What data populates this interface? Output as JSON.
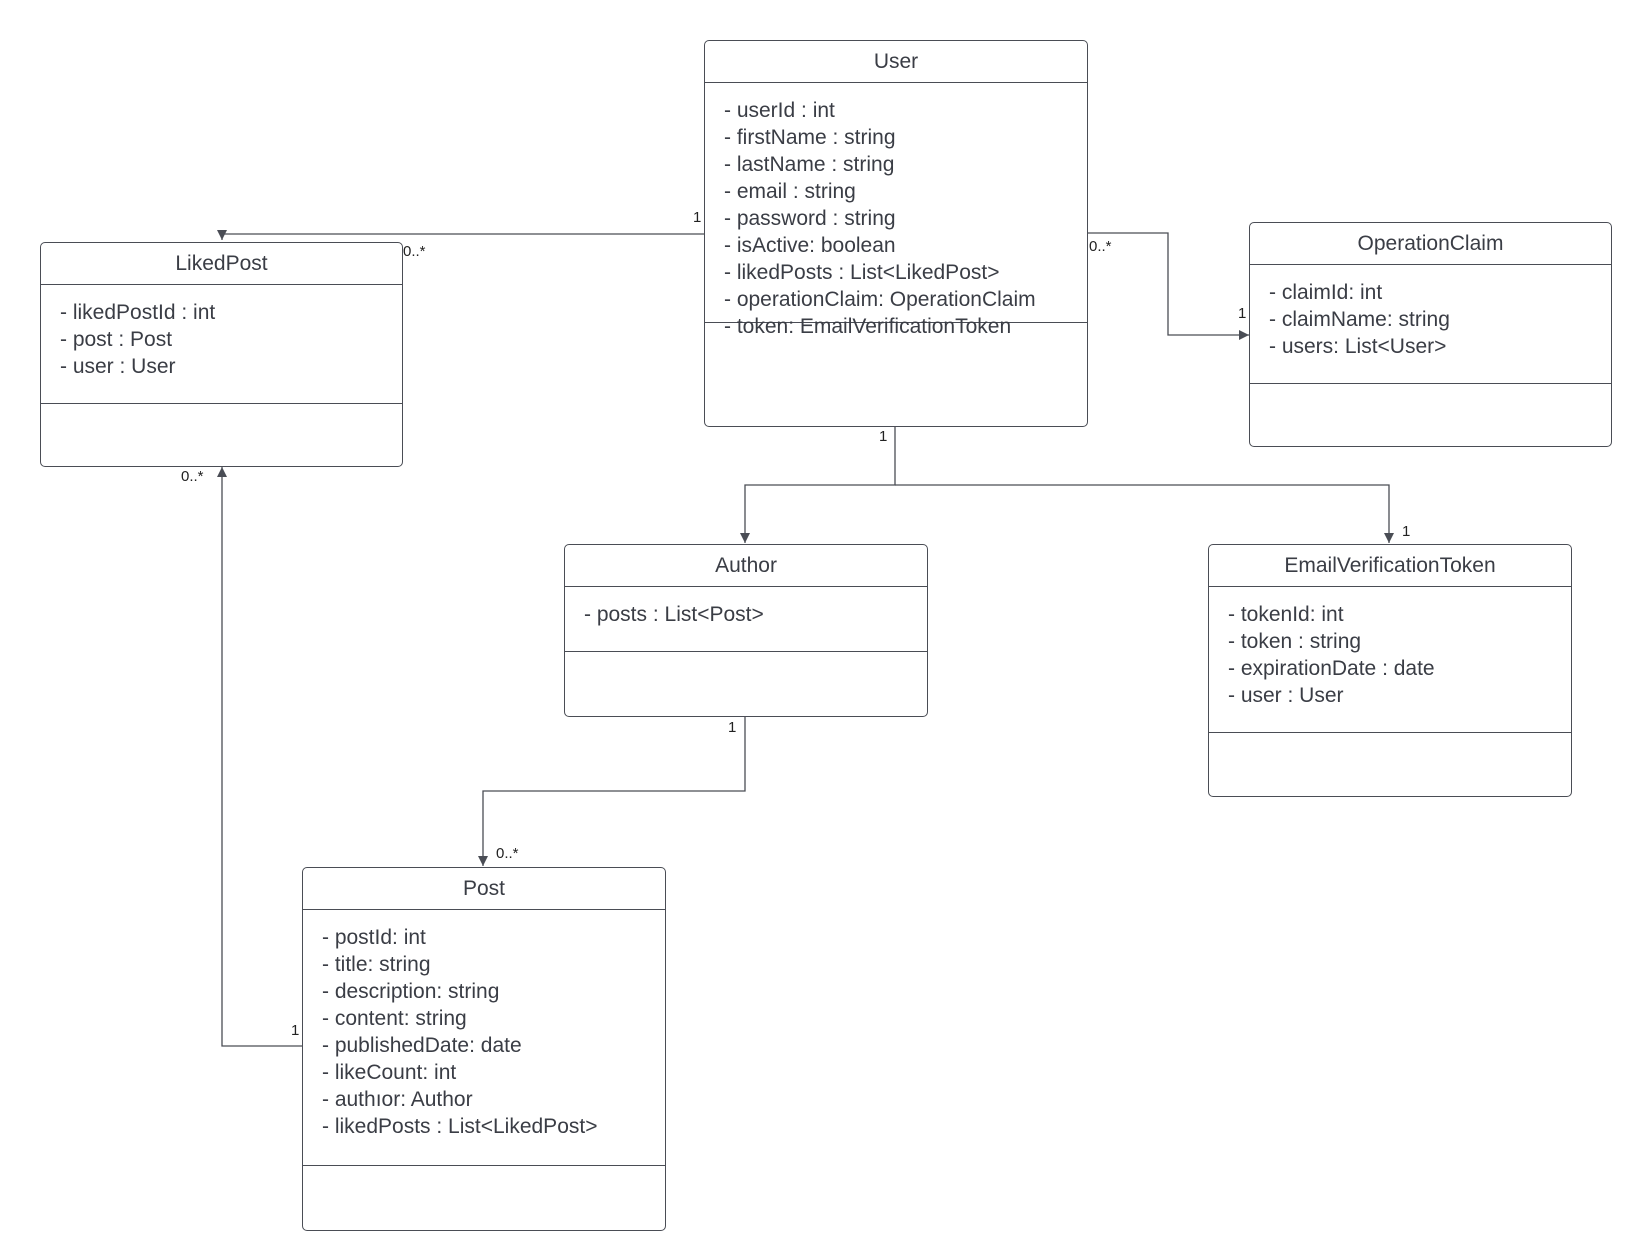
{
  "classes": {
    "user": {
      "name": "User",
      "attributes": [
        "- userId : int",
        "- firstName : string",
        "- lastName : string",
        "- email : string",
        "- password : string",
        "- isActive: boolean",
        "- likedPosts : List<LikedPost>",
        "- operationClaim: OperationClaim",
        "- token: EmailVerificationToken"
      ]
    },
    "liked_post": {
      "name": "LikedPost",
      "attributes": [
        "- likedPostId : int",
        "- post : Post",
        "- user : User"
      ]
    },
    "operation_claim": {
      "name": "OperationClaim",
      "attributes": [
        "- claimId: int",
        "- claimName: string",
        "- users: List<User>"
      ]
    },
    "author": {
      "name": "Author",
      "attributes": [
        "- posts : List<Post>"
      ]
    },
    "email_verification_token": {
      "name": "EmailVerificationToken",
      "attributes": [
        "- tokenId: int",
        "- token : string",
        "- expirationDate : date",
        "- user : User"
      ]
    },
    "post": {
      "name": "Post",
      "attributes": [
        "- postId: int",
        "- title: string",
        "- description: string",
        "- content: string",
        "- publishedDate: date",
        "- likeCount: int",
        "- authıor: Author",
        "- likedPosts : List<LikedPost>"
      ]
    }
  },
  "associations": {
    "user_likedpost": {
      "source_multiplicity": "1",
      "target_multiplicity": "0..*"
    },
    "user_operationclaim": {
      "source_multiplicity": "0..*",
      "target_multiplicity": "1"
    },
    "user_author": {
      "source_multiplicity": "1"
    },
    "user_emailtoken": {
      "target_multiplicity": "1"
    },
    "author_post": {
      "source_multiplicity": "1",
      "target_multiplicity": "0..*"
    },
    "post_likedpost": {
      "source_multiplicity": "1",
      "target_multiplicity": "0..*"
    }
  },
  "colors": {
    "line": "#4a4d55",
    "text": "#3a3d45"
  }
}
